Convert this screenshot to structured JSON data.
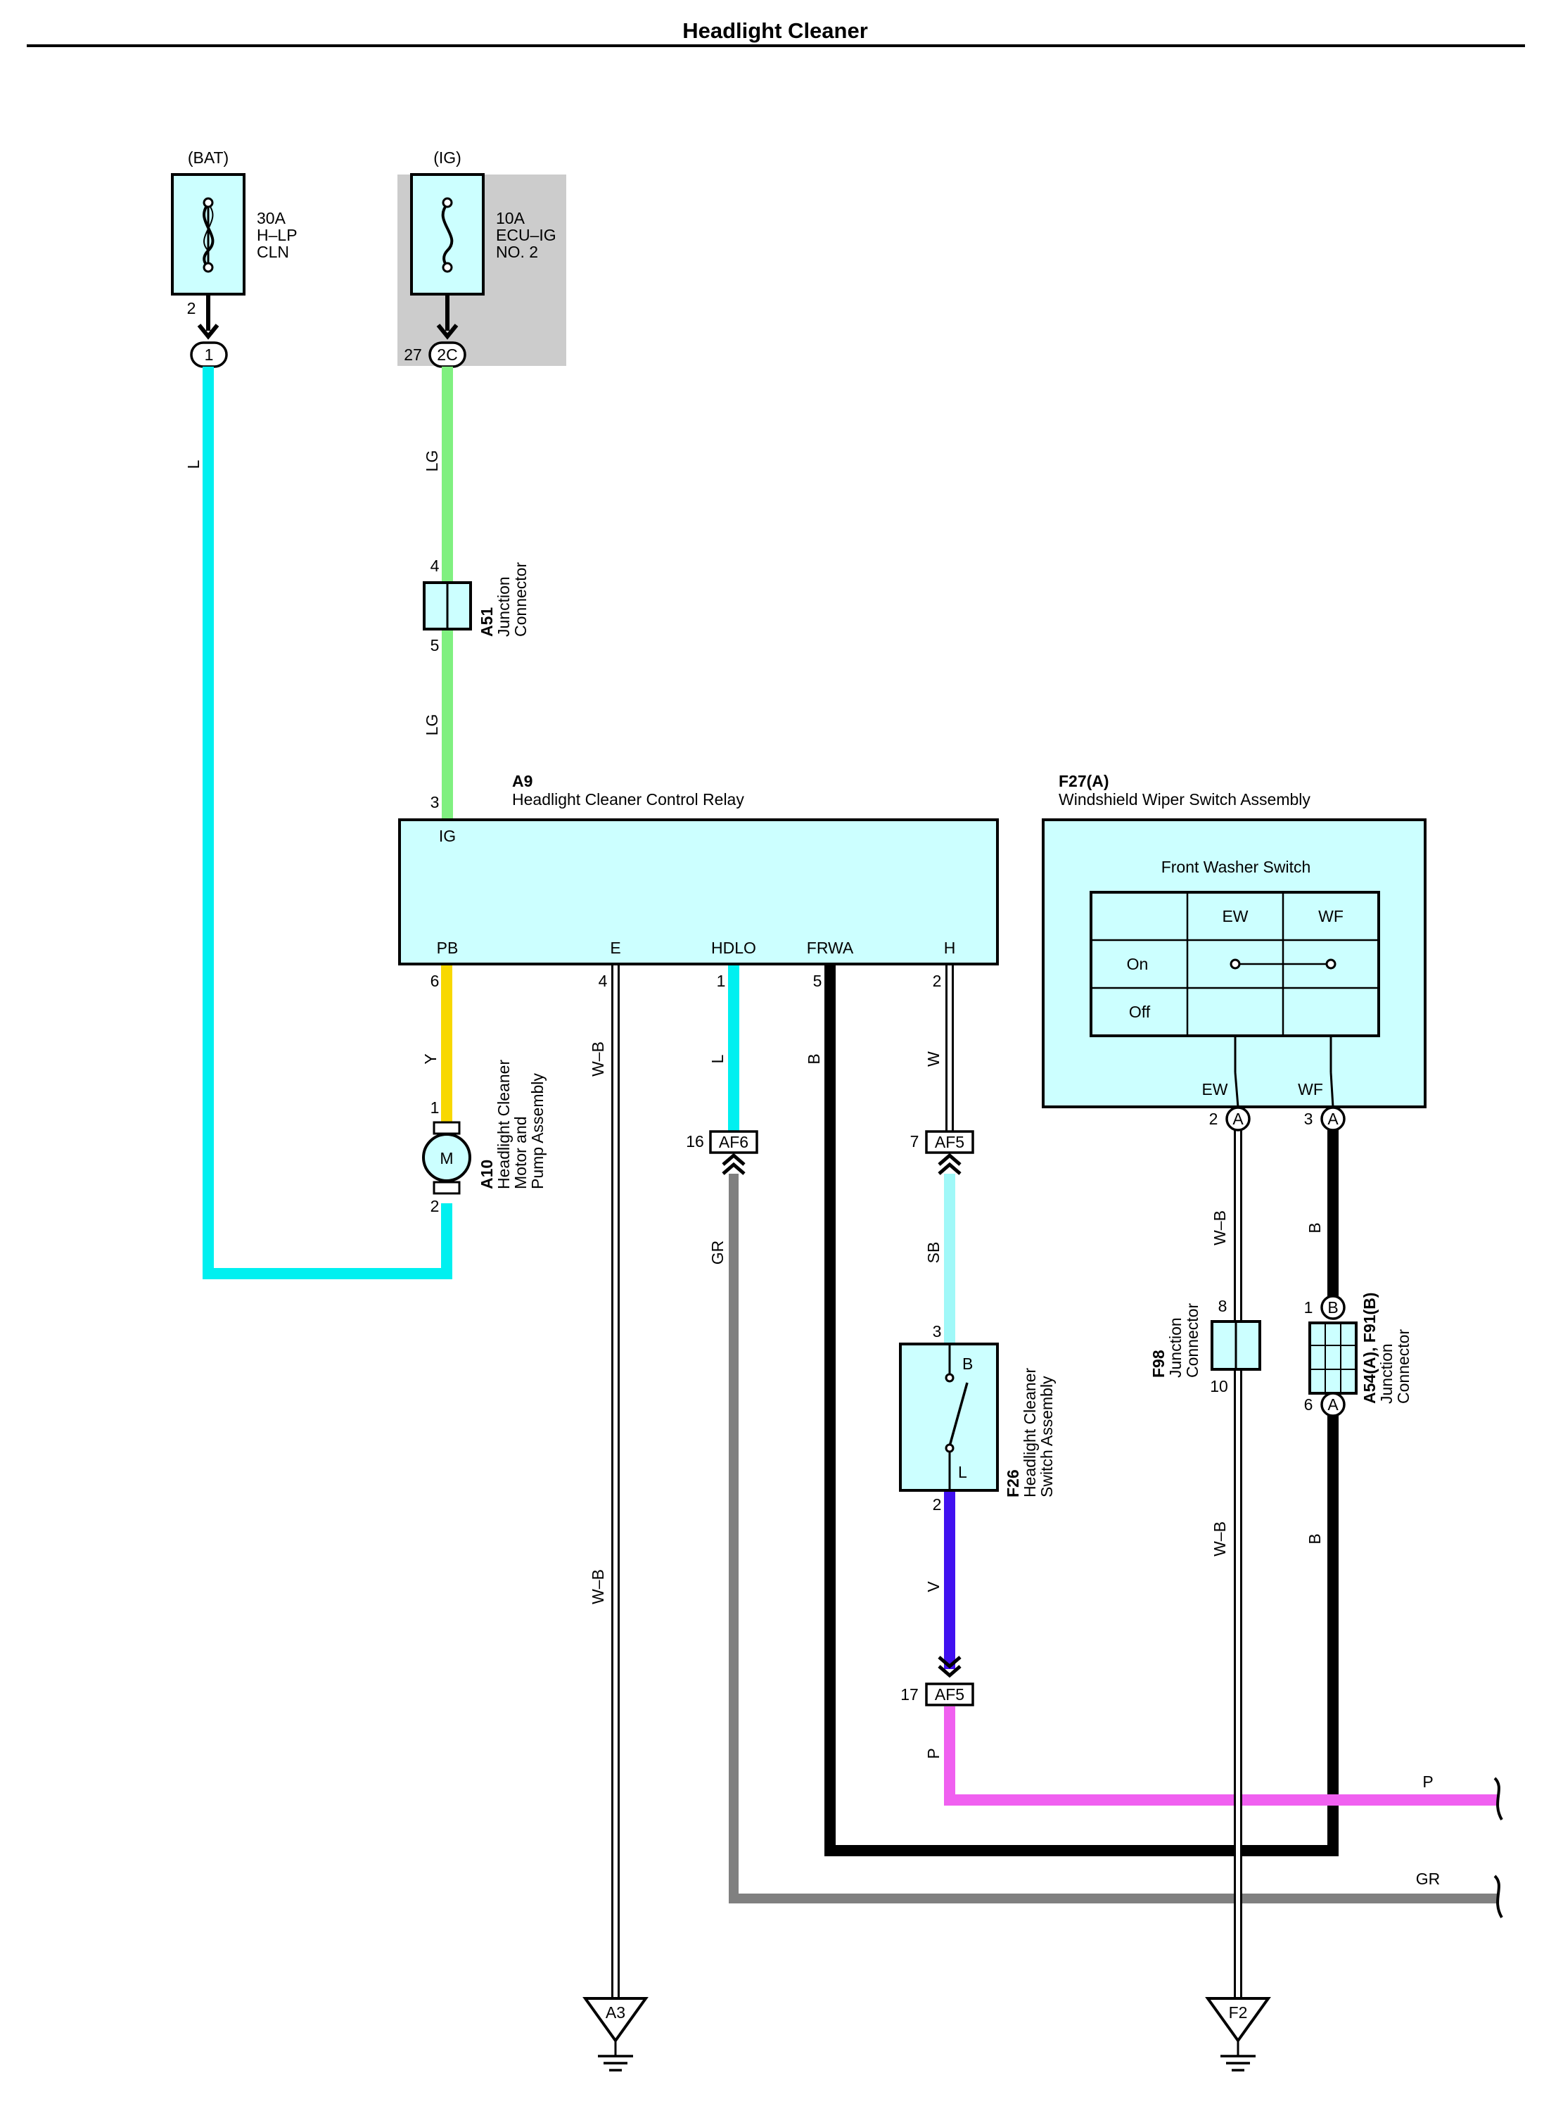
{
  "title": "Headlight Cleaner",
  "sources": {
    "bat": {
      "label": "(BAT)",
      "fuse_amps": "30A",
      "fuse_name_1": "H–LP",
      "fuse_name_2": "CLN",
      "pin": "2",
      "connector": "1"
    },
    "ig": {
      "label": "(IG)",
      "fuse_amps": "10A",
      "fuse_name_1": "ECU–IG",
      "fuse_name_2": "NO. 2",
      "pin": "27",
      "connector": "2C"
    }
  },
  "colors": {
    "L": "#00f0f0",
    "LG": "#80f080",
    "Y": "#f8d800",
    "B": "#000000",
    "GR": "#808080",
    "SB": "#a0f8f8",
    "V": "#4010f0",
    "P": "#f060f0",
    "W": "#ffffff",
    "W_B": "#ffffff",
    "component_fill": "#ccffff",
    "shade": "#cccccc"
  },
  "wire_labels": {
    "bat_wire": "L",
    "ig_wire_1": "LG",
    "ig_wire_2": "LG",
    "pb_wire": "Y",
    "e_wire_1": "W–B",
    "e_wire_2": "W–B",
    "hdlo_wire": "L",
    "hdlo_gr": "GR",
    "frwa_wire": "B",
    "h_wire": "W",
    "h_sb": "SB",
    "f26_v": "V",
    "f26_p": "P",
    "ew_wire_1": "W–B",
    "ew_wire_2": "W–B",
    "wf_wire_1": "B",
    "wf_wire_2": "B",
    "p_end": "P",
    "gr_end": "GR"
  },
  "a51": {
    "id": "A51",
    "line1": "Junction",
    "line2": "Connector",
    "pin_top": "4",
    "pin_bottom": "5"
  },
  "a9": {
    "id": "A9",
    "name": "Headlight Cleaner Control Relay",
    "pin_ig": "3",
    "terminal_ig": "IG",
    "terminals": [
      {
        "label": "PB",
        "pin": "6"
      },
      {
        "label": "E",
        "pin": "4"
      },
      {
        "label": "HDLO",
        "pin": "1"
      },
      {
        "label": "FRWA",
        "pin": "5"
      },
      {
        "label": "H",
        "pin": "2"
      }
    ]
  },
  "a10": {
    "id": "A10",
    "line1": "Headlight Cleaner",
    "line2": "Motor and",
    "line3": "Pump Assembly",
    "motor": "M",
    "pin_top": "1",
    "pin_bottom": "2"
  },
  "af6": {
    "name": "AF6",
    "pin": "16"
  },
  "af5_top": {
    "name": "AF5",
    "pin": "7"
  },
  "af5_bottom": {
    "name": "AF5",
    "pin": "17"
  },
  "f26": {
    "id": "F26",
    "line1": "Headlight Cleaner",
    "line2": "Switch Assembly",
    "pin_top": "3",
    "pin_bottom": "2",
    "term_b": "B",
    "term_l": "L"
  },
  "f27": {
    "id": "F27(A)",
    "name": "Windshield Wiper Switch Assembly",
    "switch_title": "Front Washer Switch",
    "col_ew": "EW",
    "col_wf": "WF",
    "row_on": "On",
    "row_off": "Off",
    "term_ew": "EW",
    "term_wf": "WF",
    "pin_ew": "2",
    "pin_wf": "3",
    "conn": "A"
  },
  "f98": {
    "id": "F98",
    "line1": "Junction",
    "line2": "Connector",
    "pin_top": "8",
    "pin_bottom": "10"
  },
  "a54": {
    "id": "A54(A), F91(B)",
    "line1": "Junction",
    "line2": "Connector",
    "pin_top": "1",
    "pin_bottom": "6",
    "conn_top": "B",
    "conn_bottom": "A"
  },
  "grounds": {
    "a3": "A3",
    "f2": "F2"
  }
}
